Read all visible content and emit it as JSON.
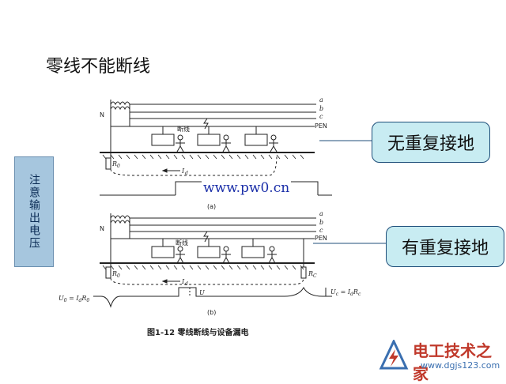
{
  "title": "零线不能断线",
  "side_label": "注意输出电压",
  "callouts": {
    "no_reground": "无重复接地",
    "with_reground": "有重复接地"
  },
  "watermark": "www.pw0.cn",
  "diagram": {
    "labels_a": {
      "phase_a": "a",
      "phase_b": "b",
      "phase_c": "c",
      "pen": "PEN",
      "neutral": "N",
      "break": "断线",
      "r0": "R",
      "r0_sub": "0",
      "current": "I",
      "current_sub": "d",
      "part": "(a)"
    },
    "labels_b": {
      "phase_a": "a",
      "phase_b": "b",
      "phase_c": "c",
      "pen": "PEN",
      "neutral": "N",
      "break": "断线",
      "r0": "R",
      "r0_sub": "0",
      "rc": "R",
      "rc_sub": "C",
      "current": "I",
      "current_sub": "d",
      "part": "(b)",
      "u": "U",
      "u0_eq": "U",
      "u0_sub": "0",
      "u0_rhs": " = I",
      "u0_rhs_sub": "d",
      "u0_rhs_end": "R",
      "u0_rhs_end_sub": "0",
      "uc_eq": "U",
      "uc_sub": "c",
      "uc_rhs": " = I",
      "uc_rhs_sub": "d",
      "uc_rhs_end": "R",
      "uc_rhs_end_sub": "c"
    },
    "caption": "图1-12  零线断线与设备漏电"
  },
  "logo": {
    "brand": "电工技术之家",
    "url": "www.dgjs123.com"
  }
}
